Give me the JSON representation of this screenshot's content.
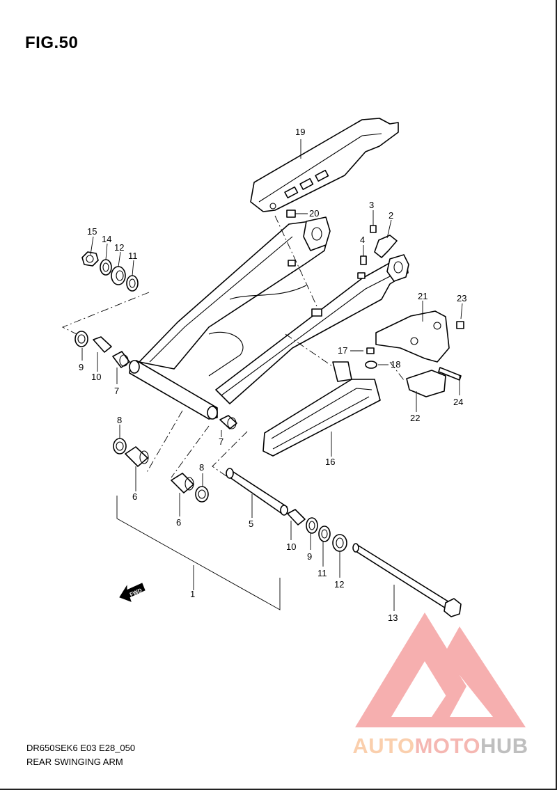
{
  "figure": {
    "title": "FIG.50",
    "model_code": "DR650SEK6 E03 E28_050",
    "caption": "REAR SWINGING ARM",
    "fwd_label": "FWD"
  },
  "callouts": {
    "c1": "1",
    "c2": "2",
    "c3": "3",
    "c4": "4",
    "c5": "5",
    "c6a": "6",
    "c6b": "6",
    "c7a": "7",
    "c7b": "7",
    "c8a": "8",
    "c8b": "8",
    "c9a": "9",
    "c9b": "9",
    "c10a": "10",
    "c10b": "10",
    "c11a": "11",
    "c11b": "11",
    "c12a": "12",
    "c12b": "12",
    "c13": "13",
    "c14": "14",
    "c15": "15",
    "c16": "16",
    "c17": "17",
    "c18": "18",
    "c19": "19",
    "c20": "20",
    "c21": "21",
    "c22": "22",
    "c23": "23",
    "c24": "24"
  },
  "watermark": {
    "part1": "AUTO",
    "part2": "MOTO",
    "part3": "HUB",
    "colors": {
      "auto": "#f6a96b",
      "moto": "#ee7e74",
      "hub": "#8c8c8c",
      "logo": "#ef6f6f"
    }
  }
}
